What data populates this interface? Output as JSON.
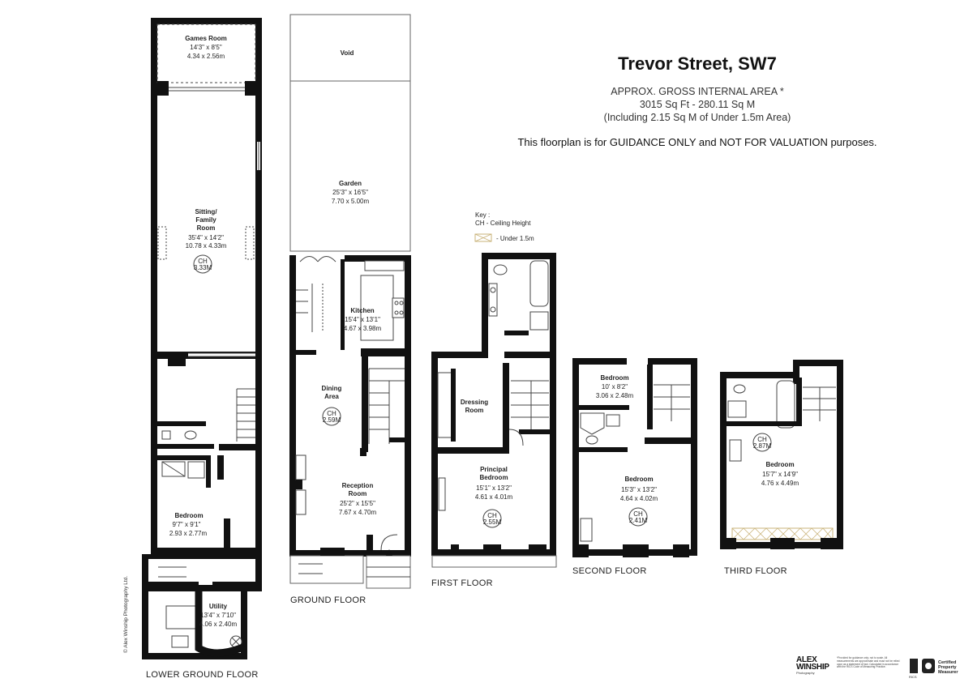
{
  "header": {
    "title": "Trevor Street, SW7",
    "area_label": "APPROX. GROSS INTERNAL  AREA *",
    "area_value": "3015 Sq Ft  -  280.11 Sq M",
    "area_note": "(Including 2.15 Sq M of Under 1.5m Area)",
    "disclaimer": "This floorplan is for GUIDANCE ONLY and NOT FOR VALUATION purposes."
  },
  "key": {
    "title": "Key :",
    "ch": "CH - Ceiling Height",
    "under": "- Under 1.5m"
  },
  "floors": {
    "lower_ground": {
      "label": "LOWER GROUND FLOOR",
      "games_room": {
        "name": "Games Room",
        "imperial": "14'3\" x 8'5\"",
        "metric": "4.34 x 2.56m"
      },
      "sitting": {
        "name1": "Sitting/",
        "name2": "Family",
        "name3": "Room",
        "imperial": "35'4\" x 14'2\"",
        "metric": "10.78 x 4.33m",
        "ch_label": "CH",
        "ch_value": "3.33M"
      },
      "bedroom": {
        "name": "Bedroom",
        "imperial": "9'7\" x 9'1\"",
        "metric": "2.93 x 2.77m"
      },
      "utility": {
        "name": "Utility",
        "imperial": "13'4\" x 7'10\"",
        "metric": "4.06 x 2.40m"
      }
    },
    "ground": {
      "label": "GROUND FLOOR",
      "void": {
        "name": "Void"
      },
      "garden": {
        "name": "Garden",
        "imperial": "25'3\" x 16'5\"",
        "metric": "7.70 x 5.00m"
      },
      "kitchen": {
        "name": "Kitchen",
        "imperial": "15'4\" x 13'1\"",
        "metric": "4.67 x 3.98m"
      },
      "dining": {
        "name1": "Dining",
        "name2": "Area",
        "ch_label": "CH",
        "ch_value": "2.59M"
      },
      "reception": {
        "name1": "Reception",
        "name2": "Room",
        "imperial": "25'2\" x 15'5\"",
        "metric": "7.67 x 4.70m"
      }
    },
    "first": {
      "label": "FIRST FLOOR",
      "dressing": {
        "name1": "Dressing",
        "name2": "Room"
      },
      "principal": {
        "name1": "Principal",
        "name2": "Bedroom",
        "imperial": "15'1\" x 13'2\"",
        "metric": "4.61 x 4.01m",
        "ch_label": "CH",
        "ch_value": "2.55M"
      }
    },
    "second": {
      "label": "SECOND FLOOR",
      "bedroom_small": {
        "name": "Bedroom",
        "imperial": "10' x 8'2\"",
        "metric": "3.06 x 2.48m"
      },
      "bedroom_large": {
        "name": "Bedroom",
        "imperial": "15'3\" x 13'2\"",
        "metric": "4.64 x 4.02m",
        "ch_label": "CH",
        "ch_value": "2.41M"
      }
    },
    "third": {
      "label": "THIRD FLOOR",
      "bedroom": {
        "name": "Bedroom",
        "imperial": "15'7\" x 14'9\"",
        "metric": "4.76 x 4.49m",
        "ch_label": "CH",
        "ch_value": "2.87M"
      }
    }
  },
  "footer": {
    "copyright": "© Alex Winship Photography Ltd.",
    "logo_name_1": "ALEX",
    "logo_name_2": "WINSHIP",
    "logo_sub": "Photography",
    "fine_print": "*Provided for guidance only; not to scale. All measurements are approximate and must not be relied upon as a statement of fact. Calculated in accordance with the RICS Code of Measuring Practice.",
    "badge_line1": "Certified",
    "badge_line2": "Property",
    "badge_line3": "Measurer",
    "badge_rics": "RICS"
  }
}
